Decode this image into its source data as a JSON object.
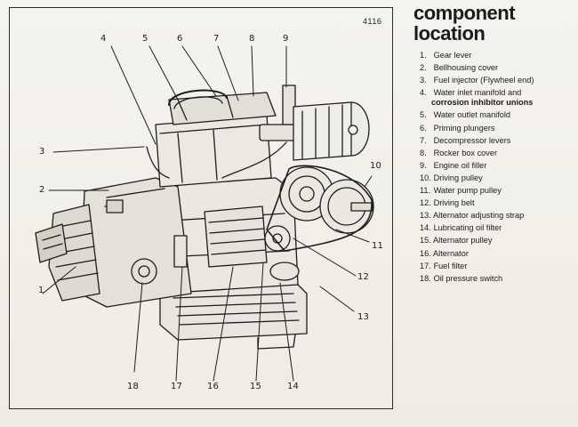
{
  "figure_number": "4116",
  "title": {
    "line1": "component",
    "line2": "location"
  },
  "callouts": [
    {
      "num": "1"
    },
    {
      "num": "2"
    },
    {
      "num": "3"
    },
    {
      "num": "4"
    },
    {
      "num": "5"
    },
    {
      "num": "6"
    },
    {
      "num": "7"
    },
    {
      "num": "8"
    },
    {
      "num": "9"
    },
    {
      "num": "10"
    },
    {
      "num": "11"
    },
    {
      "num": "12"
    },
    {
      "num": "13"
    },
    {
      "num": "14"
    },
    {
      "num": "15"
    },
    {
      "num": "16"
    },
    {
      "num": "17"
    },
    {
      "num": "18"
    }
  ],
  "legend": [
    {
      "num": "1.",
      "label": "Gear lever"
    },
    {
      "num": "2.",
      "label": "Bellhousing cover"
    },
    {
      "num": "3.",
      "label": "Fuel injector (Flywheel end)"
    },
    {
      "num": "4.",
      "label": "Water inlet manifold and",
      "label_cont": "corrosion inhibitor unions"
    },
    {
      "num": "5.",
      "label": "Water outlet manifold"
    },
    {
      "num": "6.",
      "label": "Priming plungers"
    },
    {
      "num": "7.",
      "label": "Decompressor levers"
    },
    {
      "num": "8.",
      "label": "Rocker box cover"
    },
    {
      "num": "9.",
      "label": "Engine oil filler"
    },
    {
      "num": "10.",
      "label": "Driving pulley"
    },
    {
      "num": "11.",
      "label": "Water pump pulley"
    },
    {
      "num": "12.",
      "label": "Driving belt"
    },
    {
      "num": "13.",
      "label": "Alternator adjusting strap"
    },
    {
      "num": "14.",
      "label": "Lubricating oil filter"
    },
    {
      "num": "15.",
      "label": "Alternator pulley"
    },
    {
      "num": "16.",
      "label": "Alternator"
    },
    {
      "num": "17.",
      "label": "Fuel filter"
    },
    {
      "num": "18.",
      "label": "Oil pressure switch"
    }
  ]
}
